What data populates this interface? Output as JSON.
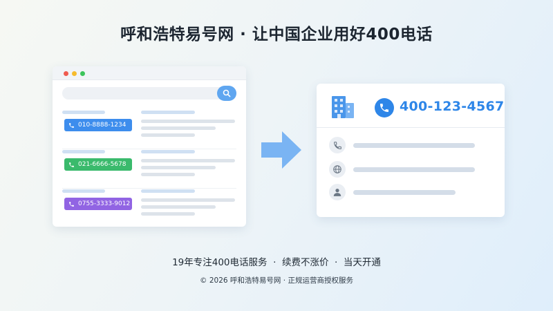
{
  "header": {
    "title": "呼和浩特易号网 · 让中国企业用好400电话"
  },
  "browser_mock": {
    "results": [
      {
        "phone": "010-8888-1234",
        "color": "#3d8ded"
      },
      {
        "phone": "021-6666-5678",
        "color": "#3aba6c"
      },
      {
        "phone": "0755-3333-9012",
        "color": "#9164e3"
      }
    ]
  },
  "card": {
    "phone_number": "400-123-4567",
    "rows": [
      "phone-icon",
      "globe-icon",
      "user-icon"
    ]
  },
  "tagline": "19年专注400电话服务  ·  续费不涨价  ·  当天开通",
  "footer": "© 2026 呼和浩特易号网 · 正规运营商授权服务",
  "colors": {
    "accent": "#2e86e8",
    "arrow": "#7ab4f3"
  }
}
